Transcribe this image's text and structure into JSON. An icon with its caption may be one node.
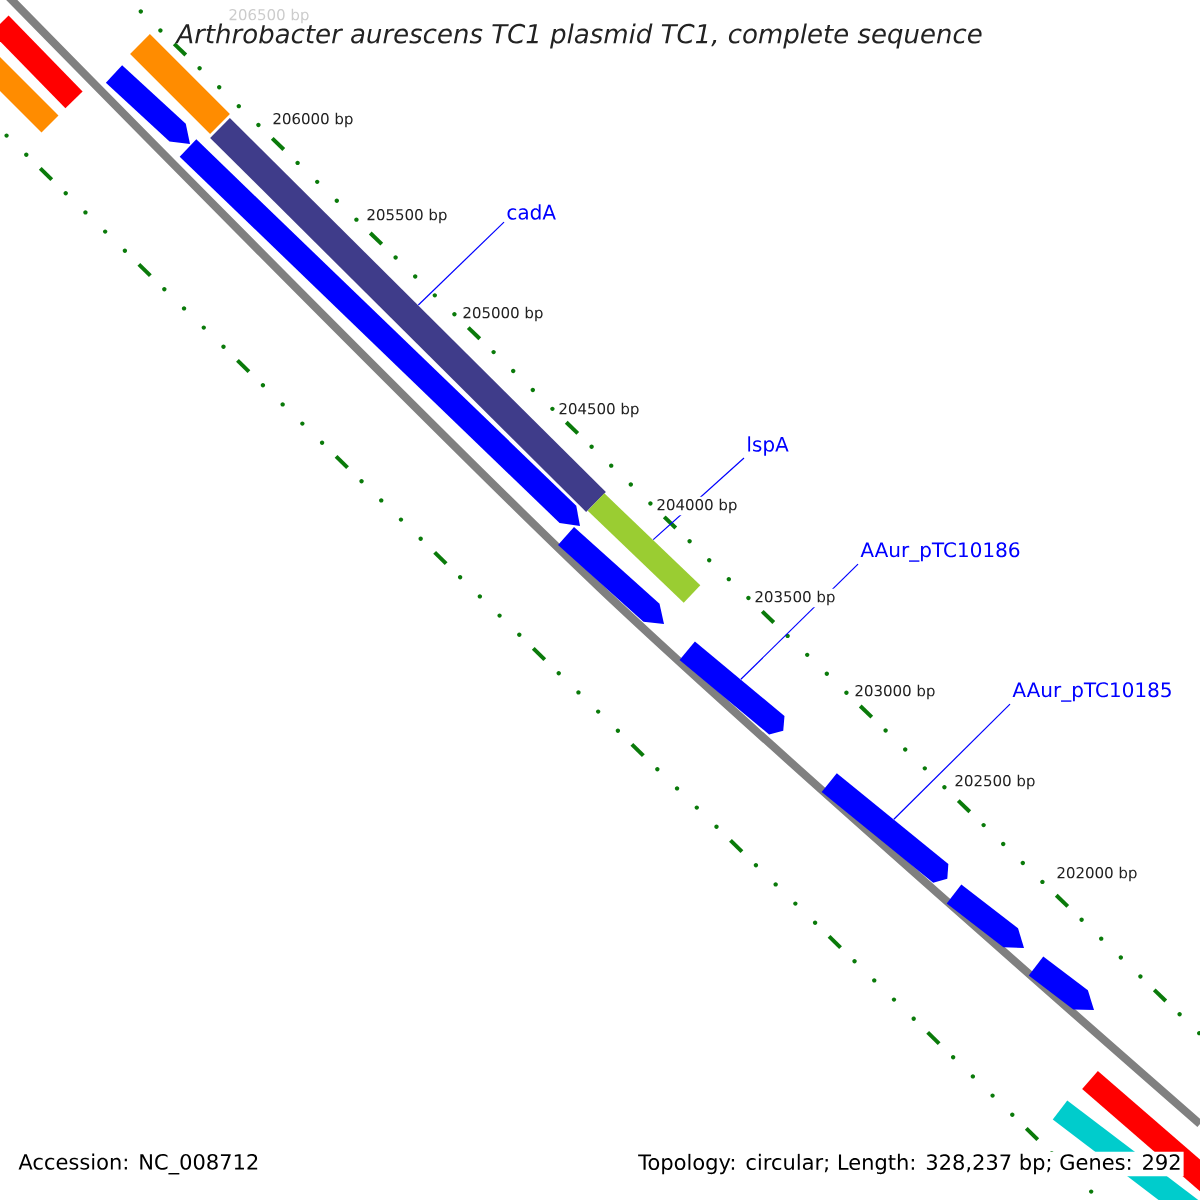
{
  "diagram": {
    "title": "Arthrobacter aurescens TC1 plasmid TC1, complete sequence",
    "nodes": [
      {
        "text": [
          "cadA"
        ]
      },
      {
        "text": [
          "lspA"
        ]
      },
      {
        "text": [
          "AAur_pTC10186"
        ]
      },
      {
        "text": [
          "AAur_pTC10185"
        ]
      },
      {
        "text": [],
        "shape": "bar"
      },
      {
        "text": [],
        "shape": "bar"
      },
      {
        "text": [],
        "shape": "arrow"
      },
      {
        "text": [],
        "shape": "arrow"
      }
    ],
    "edges": [
      {
        "from": 0,
        "to": 4,
        "arrow": "none"
      },
      {
        "from": 1,
        "to": 5,
        "arrow": "none"
      },
      {
        "from": 2,
        "to": 6,
        "arrow": "none"
      },
      {
        "from": 3,
        "to": 7,
        "arrow": "none"
      }
    ],
    "labels": [
      "206500 bp",
      "206000 bp",
      "205500 bp",
      "205000 bp",
      "204500 bp",
      "204000 bp",
      "203500 bp",
      "203000 bp",
      "202500 bp",
      "202000 bp",
      "Accession: NC_008712",
      "Topology: circular; Length: 328,237 bp; Genes: 292"
    ]
  }
}
